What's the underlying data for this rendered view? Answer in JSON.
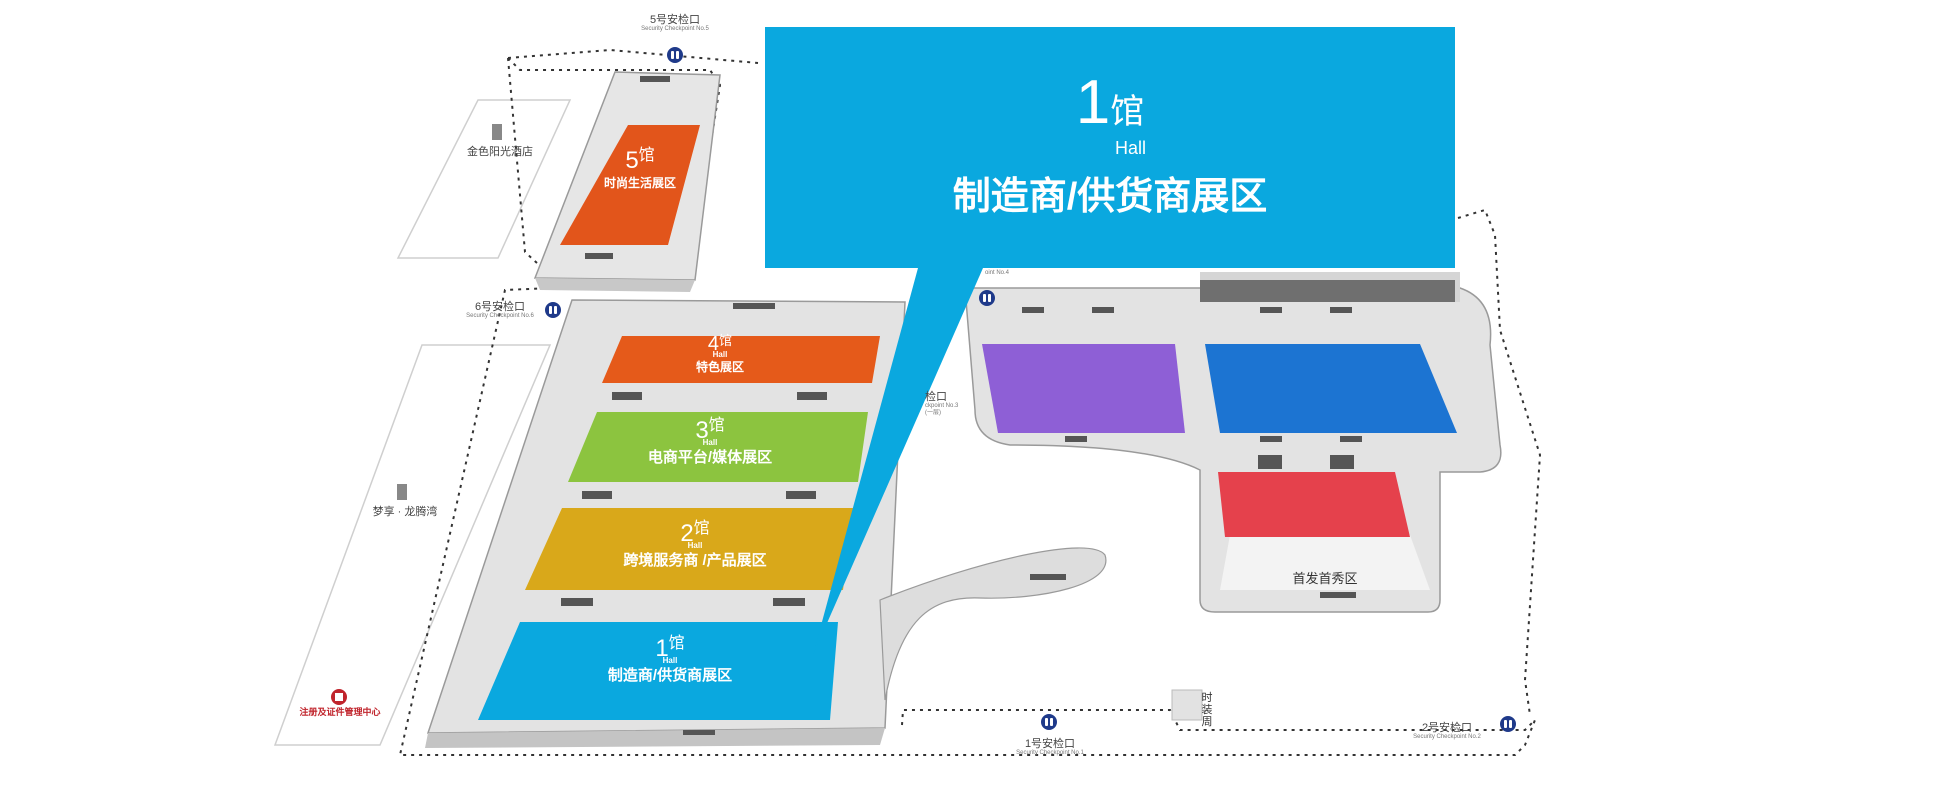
{
  "halls": [
    {
      "id": "hall5",
      "number": "5",
      "hall_cn": "馆",
      "zone": "时尚生活展区",
      "color": "#e2551b"
    },
    {
      "id": "hall4",
      "number": "4",
      "hall_cn": "馆",
      "hall_en": "Hall",
      "zone": "特色展区",
      "color": "#e55a1a"
    },
    {
      "id": "hall3",
      "number": "3",
      "hall_cn": "馆",
      "hall_en": "Hall",
      "zone": "电商平台/媒体展区",
      "color": "#8cc43f"
    },
    {
      "id": "hall2",
      "number": "2",
      "hall_cn": "馆",
      "hall_en": "Hall",
      "zone": "跨境服务商 /产品展区",
      "color": "#d9a81a"
    },
    {
      "id": "hall1",
      "number": "1",
      "hall_cn": "馆",
      "hall_en": "Hall",
      "zone": "制造商/供货商展区",
      "color": "#0aa8df"
    }
  ],
  "east_blocks": [
    {
      "id": "purple",
      "color": "#8e5fd6"
    },
    {
      "id": "blue",
      "color": "#1c74d2"
    },
    {
      "id": "red",
      "color": "#e5414c"
    }
  ],
  "callout": {
    "number": "1",
    "hall_cn": "馆",
    "hall_en": "Hall",
    "zone": "制造商/供货商展区",
    "color": "#0aa8df"
  },
  "checkpoints": [
    {
      "id": "cp5",
      "cn": "5号安检口",
      "en": "Security Checkpoint No.5"
    },
    {
      "id": "cp6",
      "cn": "6号安检口",
      "en": "Security Checkpoint No.6"
    },
    {
      "id": "cp1",
      "cn": "1号安检口",
      "en": "Security Checkpoint No.1"
    },
    {
      "id": "cp2",
      "cn": "2号安检口",
      "en": "Security Checkpoint No.2"
    },
    {
      "id": "cp4",
      "en": "oint No.4"
    },
    {
      "id": "cp3",
      "cn": "检口",
      "en": "ckpoint No.3",
      "extra": "(一层)"
    }
  ],
  "places": {
    "hotel": "金色阳光酒店",
    "dream": "梦享 · 龙腾湾",
    "debut": "首发首秀区",
    "registration": "注册及证件管理中心",
    "corridor": "时装周"
  },
  "colors": {
    "building": "#e3e3e3",
    "building_edge": "#9a9a9a",
    "dotted": "#333333",
    "registration": "#c0242c"
  }
}
